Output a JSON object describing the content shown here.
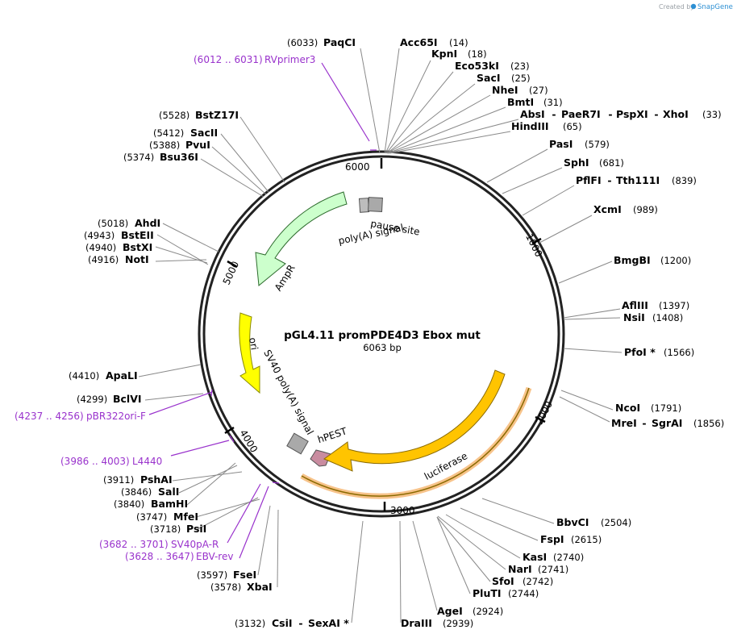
{
  "watermark": {
    "prefix": "Created by",
    "brand": "SnapGene"
  },
  "plasmid": {
    "name": "pGL4.11 promPDE4D3 Ebox mut",
    "length": 6063,
    "length_label": "6063 bp"
  },
  "tick_marks": [
    1000,
    2000,
    3000,
    4000,
    5000,
    6000
  ],
  "tick_labels": [
    "1000",
    "2000",
    "3000",
    "4000",
    "5000",
    "6000"
  ],
  "features": [
    {
      "name": "AmpR",
      "label": "AmpR",
      "color": "#ccffcc",
      "stroke": "#2d6b2d"
    },
    {
      "name": "ori",
      "label": "ori",
      "color": "#ffff00",
      "stroke": "#8a8a00"
    },
    {
      "name": "luciferase",
      "label": "luciferase",
      "color": "#ffc400",
      "stroke": "#8a6a00"
    },
    {
      "name": "hPEST",
      "label": "hPEST",
      "color": "#c98ca0",
      "stroke": "#555555"
    },
    {
      "name": "SV40 poly(A) signal",
      "label": "SV40 poly(A) signal",
      "color": "#a9a9a9",
      "stroke": "#555555"
    },
    {
      "name": "poly(A) signal",
      "label": "poly(A) signal",
      "color": "#a9a9a9",
      "stroke": "#555555"
    },
    {
      "name": "pause site",
      "label": "pause site",
      "color": "#a9a9a9",
      "stroke": "#555555"
    }
  ],
  "sites": [
    {
      "name": "PaqCI",
      "pos": "(6033)"
    },
    {
      "name": "Acc65I",
      "pos": "(14)"
    },
    {
      "name": "KpnI",
      "pos": "(18)"
    },
    {
      "name": "Eco53kI",
      "pos": "(23)"
    },
    {
      "name": "SacI",
      "pos": "(25)"
    },
    {
      "name": "NheI",
      "pos": "(27)"
    },
    {
      "name": "BmtI",
      "pos": "(31)"
    },
    {
      "name": "AbsI",
      "sep1": " - ",
      "name2": "PaeR7I",
      "sep2": " - ",
      "name3": "PspXI",
      "sep3": " - ",
      "name4": "XhoI",
      "pos": "(33)"
    },
    {
      "name": "HindIII",
      "pos": "(65)"
    },
    {
      "name": "PasI",
      "pos": "(579)"
    },
    {
      "name": "SphI",
      "pos": "(681)"
    },
    {
      "name": "PflFI",
      "sep1": " - ",
      "name2": "Tth111I",
      "pos": "(839)"
    },
    {
      "name": "XcmI",
      "pos": "(989)"
    },
    {
      "name": "BmgBI",
      "pos": "(1200)"
    },
    {
      "name": "AflIII",
      "pos": "(1397)"
    },
    {
      "name": "NsiI",
      "pos": "(1408)"
    },
    {
      "name": "PfoI *",
      "pos": "(1566)"
    },
    {
      "name": "NcoI",
      "pos": "(1791)"
    },
    {
      "name": "MreI",
      "sep1": " - ",
      "name2": "SgrAI",
      "pos": "(1856)"
    },
    {
      "name": "BbvCI",
      "pos": "(2504)"
    },
    {
      "name": "FspI",
      "pos": "(2615)"
    },
    {
      "name": "KasI",
      "pos": "(2740)"
    },
    {
      "name": "NarI",
      "pos": "(2741)"
    },
    {
      "name": "SfoI",
      "pos": "(2742)"
    },
    {
      "name": "PluTI",
      "pos": "(2744)"
    },
    {
      "name": "AgeI",
      "pos": "(2924)"
    },
    {
      "name": "DraIII",
      "pos": "(2939)"
    },
    {
      "name": "CsiI",
      "sep1": " - ",
      "name2": "SexAI *",
      "pos": "(3132)"
    },
    {
      "name": "XbaI",
      "pos": "(3578)"
    },
    {
      "name": "FseI",
      "pos": "(3597)"
    },
    {
      "name": "PsiI",
      "pos": "(3718)"
    },
    {
      "name": "MfeI",
      "pos": "(3747)"
    },
    {
      "name": "BamHI",
      "pos": "(3840)"
    },
    {
      "name": "SalI",
      "pos": "(3846)"
    },
    {
      "name": "PshAI",
      "pos": "(3911)"
    },
    {
      "name": "BclVI",
      "pos": "(4299)"
    },
    {
      "name": "ApaLI",
      "pos": "(4410)"
    },
    {
      "name": "NotI",
      "pos": "(4916)"
    },
    {
      "name": "BstXI",
      "pos": "(4940)"
    },
    {
      "name": "BstEII",
      "pos": "(4943)"
    },
    {
      "name": "AhdI",
      "pos": "(5018)"
    },
    {
      "name": "Bsu36I",
      "pos": "(5374)"
    },
    {
      "name": "PvuI",
      "pos": "(5388)"
    },
    {
      "name": "SacII",
      "pos": "(5412)"
    },
    {
      "name": "BstZ17I",
      "pos": "(5528)"
    }
  ],
  "primers": [
    {
      "range": "(6012 .. 6031)",
      "name": "RVprimer3"
    },
    {
      "range": "(4237 .. 4256)",
      "name": "pBR322ori-F"
    },
    {
      "range": "(3986 .. 4003)",
      "name": "L4440"
    },
    {
      "range": "(3682 .. 3701)",
      "name": "SV40pA-R"
    },
    {
      "range": "(3628 .. 3647)",
      "name": "EBV-rev"
    }
  ]
}
